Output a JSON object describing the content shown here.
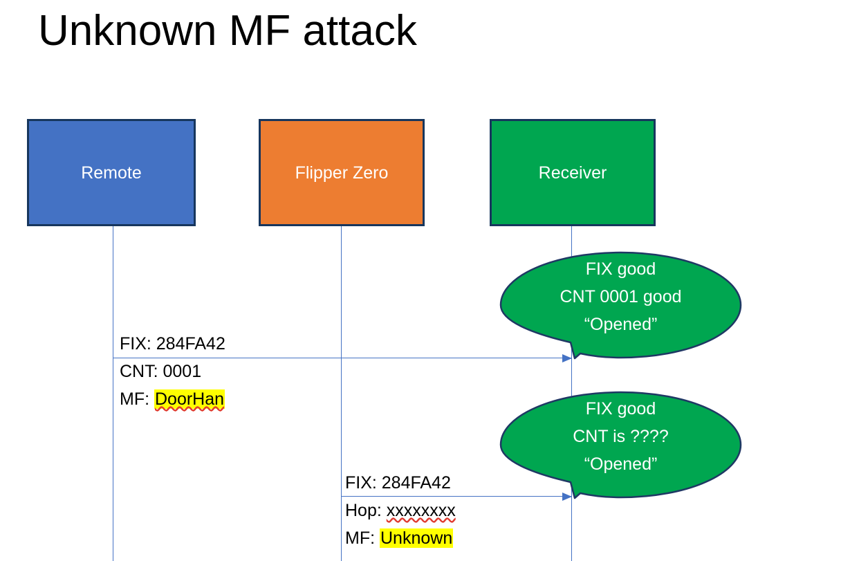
{
  "slide": {
    "title": "Unknown MF attack",
    "background": "#ffffff"
  },
  "colors": {
    "remote_fill": "#4472C4",
    "flipper_fill": "#ED7D31",
    "receiver_fill": "#00A650",
    "box_border": "#17365D",
    "lifeline": "#4472C4",
    "arrow": "#4472C4",
    "bubble_fill": "#00A650",
    "bubble_border": "#1F3864",
    "highlight": "#FFFF00",
    "spellcheck_underline": "#E03C31",
    "text": "#000000",
    "box_text": "#ffffff"
  },
  "actors": [
    {
      "id": "remote",
      "label": "Remote"
    },
    {
      "id": "flipper",
      "label": "Flipper Zero"
    },
    {
      "id": "receiver",
      "label": "Receiver"
    }
  ],
  "messages": [
    {
      "id": "msg-1",
      "from": "remote",
      "to": "receiver",
      "line1": "FIX: 284FA42",
      "line2": "CNT: 0001",
      "line3_prefix": "MF: ",
      "line3_value": "DoorHan",
      "line3_highlighted": true,
      "line3_spellchecked": true
    },
    {
      "id": "msg-2",
      "from": "flipper",
      "to": "receiver",
      "line1": "FIX: 284FA42",
      "line2_prefix": "Hop: ",
      "line2_value": "xxxxxxxx",
      "line2_spellchecked": true,
      "line3_prefix": "MF: ",
      "line3_value": "Unknown",
      "line3_highlighted": true
    }
  ],
  "bubbles": [
    {
      "id": "bubble-1",
      "owner": "receiver",
      "line1": "FIX good",
      "line2": "CNT 0001 good",
      "line3": "“Opened”"
    },
    {
      "id": "bubble-2",
      "owner": "receiver",
      "line1": "FIX good",
      "line2": "CNT is ????",
      "line3": "“Opened”"
    }
  ]
}
